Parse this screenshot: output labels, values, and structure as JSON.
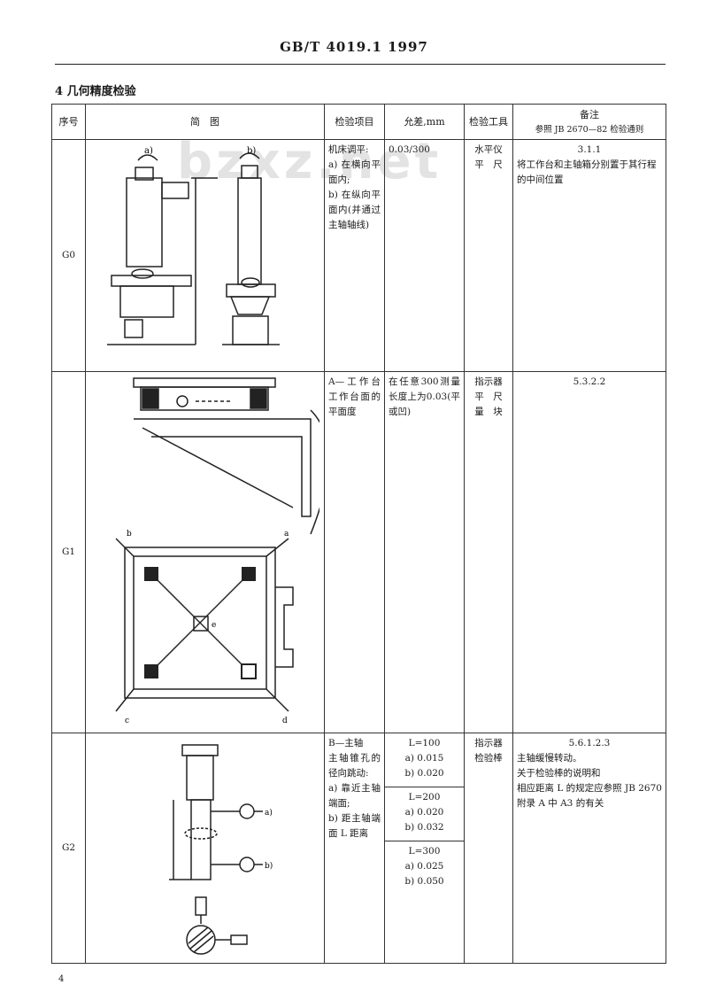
{
  "header": {
    "standard_code": "GB/T 4019.1  1997"
  },
  "section_title": "4  几何精度检验",
  "watermark": "bzxz.net",
  "table": {
    "columns": [
      "序号",
      "简　图",
      "检验项目",
      "允差,mm",
      "检验工具",
      "备注",
      "参照 JB 2670—82 检验通则"
    ],
    "rows": [
      {
        "id": "G0",
        "item": [
          "机床调平:",
          "a) 在横向平面内;",
          "b) 在纵向平面内(并通过主轴轴线)"
        ],
        "tolerance": [
          "0.03/300"
        ],
        "tools": [
          "水平仪",
          "平　尺"
        ],
        "remarks": [
          "3.1.1",
          "将工作台和主轴箱分别置于其行程的中间位置"
        ],
        "fig_labels": {
          "a": "a)",
          "b": "b)"
        }
      },
      {
        "id": "G1",
        "item": [
          "A—工作台工作台面的平面度"
        ],
        "tolerance": [
          "在任意300测量长度上为0.03(平或凹)"
        ],
        "tools": [
          "指示器",
          "平　尺",
          "量　块"
        ],
        "remarks": [
          "5.3.2.2"
        ],
        "fig_labels": {
          "a": "a",
          "b": "b",
          "c": "c",
          "d": "d",
          "e": "e"
        }
      },
      {
        "id": "G2",
        "item": [
          "B—主轴",
          "主轴锥孔的径向跳动:",
          "a) 靠近主轴端面;",
          "b) 距主轴端面 L 距离"
        ],
        "tolerance_groups": [
          [
            "L=100",
            "a) 0.015",
            "b) 0.020"
          ],
          [
            "L=200",
            "a) 0.020",
            "b) 0.032"
          ],
          [
            "L=300",
            "a) 0.025",
            "b) 0.050"
          ]
        ],
        "tools": [
          "指示器",
          "检验棒"
        ],
        "remarks": [
          "5.6.1.2.3",
          "主轴缓慢转动。",
          "关于检验棒的说明和",
          "相应距离 L 的规定应参照 JB 2670 附录 A 中 A3 的有关"
        ],
        "fig_labels": {
          "a": "a)",
          "b": "b)"
        }
      }
    ]
  },
  "page_number": "4"
}
